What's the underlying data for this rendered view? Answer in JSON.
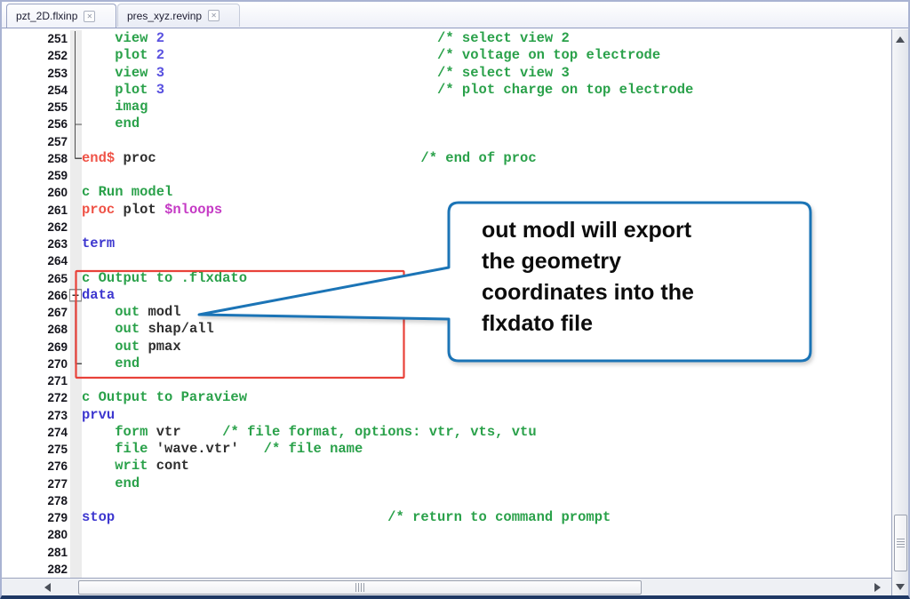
{
  "tab_bar": {
    "close_glyph": "✕",
    "tabs": [
      {
        "label": "pzt_2D.flxinp",
        "active": true
      },
      {
        "label": "pres_xyz.revinp",
        "active": false
      }
    ]
  },
  "editor": {
    "first_line": 251,
    "last_line": 282,
    "lines": [
      {
        "n": 251,
        "segs": [
          [
            "    ",
            ""
          ],
          [
            "view",
            "g"
          ],
          [
            " ",
            ""
          ],
          [
            "2",
            "n"
          ],
          [
            "                                 ",
            ""
          ],
          [
            "/* select view 2",
            "g"
          ]
        ]
      },
      {
        "n": 252,
        "segs": [
          [
            "    ",
            ""
          ],
          [
            "plot",
            "g"
          ],
          [
            " ",
            ""
          ],
          [
            "2",
            "n"
          ],
          [
            "                                 ",
            ""
          ],
          [
            "/* voltage on top electrode",
            "g"
          ]
        ]
      },
      {
        "n": 253,
        "segs": [
          [
            "    ",
            ""
          ],
          [
            "view",
            "g"
          ],
          [
            " ",
            ""
          ],
          [
            "3",
            "n"
          ],
          [
            "                                 ",
            ""
          ],
          [
            "/* select view 3",
            "g"
          ]
        ]
      },
      {
        "n": 254,
        "segs": [
          [
            "    ",
            ""
          ],
          [
            "plot",
            "g"
          ],
          [
            " ",
            ""
          ],
          [
            "3",
            "n"
          ],
          [
            "                                 ",
            ""
          ],
          [
            "/* plot charge on top electrode",
            "g"
          ]
        ]
      },
      {
        "n": 255,
        "segs": [
          [
            "    ",
            ""
          ],
          [
            "imag",
            "g"
          ]
        ]
      },
      {
        "n": 256,
        "segs": [
          [
            "    ",
            ""
          ],
          [
            "end",
            "g"
          ]
        ]
      },
      {
        "n": 257,
        "segs": []
      },
      {
        "n": 258,
        "segs": [
          [
            "end$",
            "r"
          ],
          [
            " ",
            ""
          ],
          [
            "proc",
            "d"
          ],
          [
            "                                ",
            ""
          ],
          [
            "/* end of proc",
            "g"
          ]
        ]
      },
      {
        "n": 259,
        "segs": []
      },
      {
        "n": 260,
        "segs": [
          [
            "c Run model",
            "g"
          ]
        ]
      },
      {
        "n": 261,
        "segs": [
          [
            "proc",
            "r"
          ],
          [
            " ",
            ""
          ],
          [
            "plot",
            "d"
          ],
          [
            " ",
            ""
          ],
          [
            "$nloops",
            "m"
          ]
        ]
      },
      {
        "n": 262,
        "segs": []
      },
      {
        "n": 263,
        "segs": [
          [
            "term",
            "b"
          ]
        ]
      },
      {
        "n": 264,
        "segs": []
      },
      {
        "n": 265,
        "segs": [
          [
            "c Output to .flxdato",
            "g"
          ]
        ]
      },
      {
        "n": 266,
        "segs": [
          [
            "data",
            "b"
          ]
        ]
      },
      {
        "n": 267,
        "segs": [
          [
            "    ",
            ""
          ],
          [
            "out",
            "g"
          ],
          [
            " ",
            ""
          ],
          [
            "modl",
            "d"
          ]
        ]
      },
      {
        "n": 268,
        "segs": [
          [
            "    ",
            ""
          ],
          [
            "out",
            "g"
          ],
          [
            " ",
            ""
          ],
          [
            "shap/all",
            "d"
          ]
        ]
      },
      {
        "n": 269,
        "segs": [
          [
            "    ",
            ""
          ],
          [
            "out",
            "g"
          ],
          [
            " ",
            ""
          ],
          [
            "pmax",
            "d"
          ]
        ]
      },
      {
        "n": 270,
        "segs": [
          [
            "    ",
            ""
          ],
          [
            "end",
            "g"
          ]
        ]
      },
      {
        "n": 271,
        "segs": []
      },
      {
        "n": 272,
        "segs": [
          [
            "c Output to Paraview",
            "g"
          ]
        ]
      },
      {
        "n": 273,
        "segs": [
          [
            "prvu",
            "b"
          ]
        ]
      },
      {
        "n": 274,
        "segs": [
          [
            "    ",
            ""
          ],
          [
            "form",
            "g"
          ],
          [
            " ",
            ""
          ],
          [
            "vtr",
            "d"
          ],
          [
            "     ",
            ""
          ],
          [
            "/* file format, options: vtr, vts, vtu",
            "g"
          ]
        ]
      },
      {
        "n": 275,
        "segs": [
          [
            "    ",
            ""
          ],
          [
            "file",
            "g"
          ],
          [
            " ",
            ""
          ],
          [
            "'wave.vtr'",
            "d"
          ],
          [
            "   ",
            ""
          ],
          [
            "/* file name",
            "g"
          ]
        ]
      },
      {
        "n": 276,
        "segs": [
          [
            "    ",
            ""
          ],
          [
            "writ",
            "g"
          ],
          [
            " ",
            ""
          ],
          [
            "cont",
            "d"
          ]
        ]
      },
      {
        "n": 277,
        "segs": [
          [
            "    ",
            ""
          ],
          [
            "end",
            "g"
          ]
        ]
      },
      {
        "n": 278,
        "segs": []
      },
      {
        "n": 279,
        "segs": [
          [
            "stop",
            "b"
          ],
          [
            "                                 ",
            ""
          ],
          [
            "/* return to command prompt",
            "g"
          ]
        ]
      },
      {
        "n": 280,
        "segs": []
      },
      {
        "n": 281,
        "segs": []
      },
      {
        "n": 282,
        "segs": []
      }
    ]
  },
  "annotations": {
    "highlight_box": {
      "lines": "265-270",
      "color": "#e8423a"
    },
    "callout": {
      "border_color": "#1b74b6",
      "text": "out modl will export\nthe geometry\ncoordinates into the\nflxdato file",
      "points_to": "out modl"
    }
  },
  "colors": {
    "keyword_green": "#2aa14a",
    "keyword_blue": "#3d37cf",
    "number_blue": "#5a52e0",
    "command_red": "#ef5347",
    "variable_magenta": "#c53ac5",
    "identifier_dark": "#2f2f2f",
    "window_bottom_edge": "#1f3864"
  }
}
